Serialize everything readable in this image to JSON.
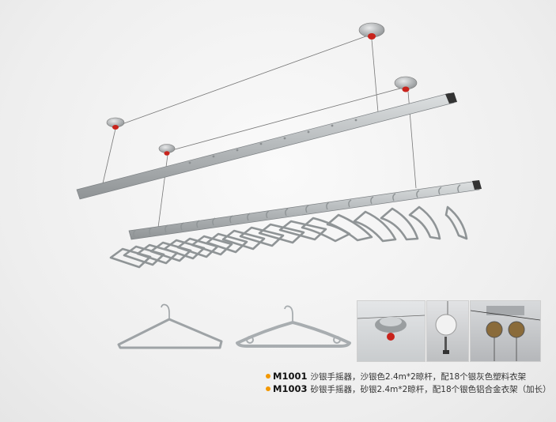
{
  "product_photo": {
    "icons": [
      "ceiling-pulley-icon",
      "drying-rod-icon",
      "hanger-icon",
      "hand-crank-icon"
    ]
  },
  "captions": [
    {
      "code": "M1001",
      "text": "沙银手摇器，沙银色2.4m*2晾杆，配18个银灰色塑料衣架"
    },
    {
      "code": "M1003",
      "text": "砂银手摇器，砂银2.4m*2晾杆，配18个银色铝合金衣架（加长）"
    }
  ],
  "colors": {
    "bullet": "#f39800",
    "pulley_accent": "#c8231c",
    "rod": "#a9adae"
  }
}
